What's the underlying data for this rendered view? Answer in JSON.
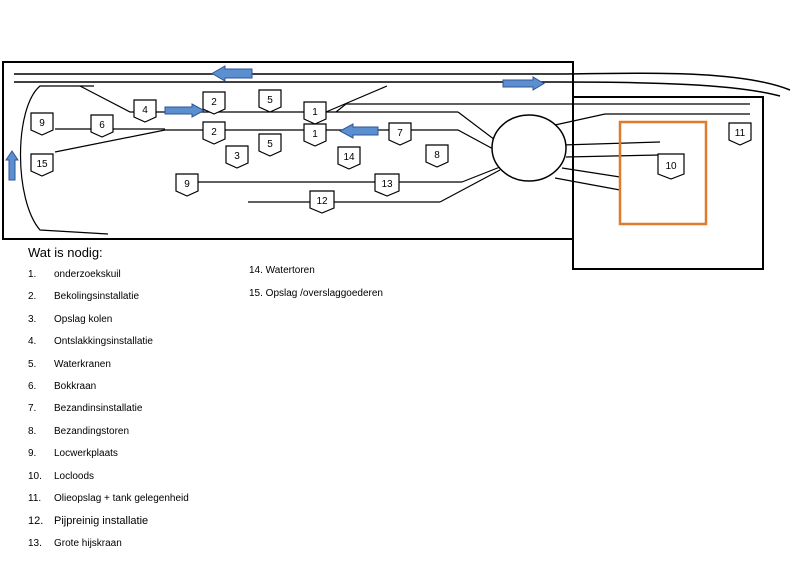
{
  "diagram": {
    "markers": [
      {
        "id": "m-2-top",
        "text": "2"
      },
      {
        "id": "m-5-top",
        "text": "5"
      },
      {
        "id": "m-1-top",
        "text": "1"
      },
      {
        "id": "m-4",
        "text": "4"
      },
      {
        "id": "m-9-left",
        "text": "9"
      },
      {
        "id": "m-6",
        "text": "6"
      },
      {
        "id": "m-2-mid",
        "text": "2"
      },
      {
        "id": "m-1-mid",
        "text": "1"
      },
      {
        "id": "m-7",
        "text": "7"
      },
      {
        "id": "m-11",
        "text": "11"
      },
      {
        "id": "m-15",
        "text": "15"
      },
      {
        "id": "m-3",
        "text": "3"
      },
      {
        "id": "m-5-mid",
        "text": "5"
      },
      {
        "id": "m-14",
        "text": "14"
      },
      {
        "id": "m-8",
        "text": "8"
      },
      {
        "id": "m-10",
        "text": "10"
      },
      {
        "id": "m-9-bottom",
        "text": "9"
      },
      {
        "id": "m-13",
        "text": "13"
      },
      {
        "id": "m-12",
        "text": "12"
      }
    ],
    "colors": {
      "arrow": "#5b8fcf",
      "arrow_stroke": "#2f5597",
      "locloods": "#e07b2c",
      "line": "#000000"
    }
  },
  "legend": {
    "title": "Wat is nodig:",
    "items": [
      {
        "num": "1.",
        "text": "onderzoekskuil"
      },
      {
        "num": "2.",
        "text": "Bekolingsinstallatie"
      },
      {
        "num": "3.",
        "text": "Opslag kolen"
      },
      {
        "num": "4.",
        "text": "Ontslakkingsinstallatie"
      },
      {
        "num": "5.",
        "text": "Waterkranen"
      },
      {
        "num": "6.",
        "text": "Bokkraan"
      },
      {
        "num": "7.",
        "text": "Bezandinsinstallatie"
      },
      {
        "num": "8.",
        "text": "Bezandingstoren"
      },
      {
        "num": "9.",
        "text": "Locwerkplaats"
      },
      {
        "num": "10.",
        "text": "Locloods"
      },
      {
        "num": "11.",
        "text": "Olieopslag + tank gelegenheid"
      },
      {
        "num": "12.",
        "text": "Pijpreinig installatie"
      },
      {
        "num": "13.",
        "text": "Grote hijskraan"
      }
    ],
    "extra": [
      {
        "text": "14. Watertoren"
      },
      {
        "text": "15. Opslag /overslaggoederen"
      }
    ]
  }
}
